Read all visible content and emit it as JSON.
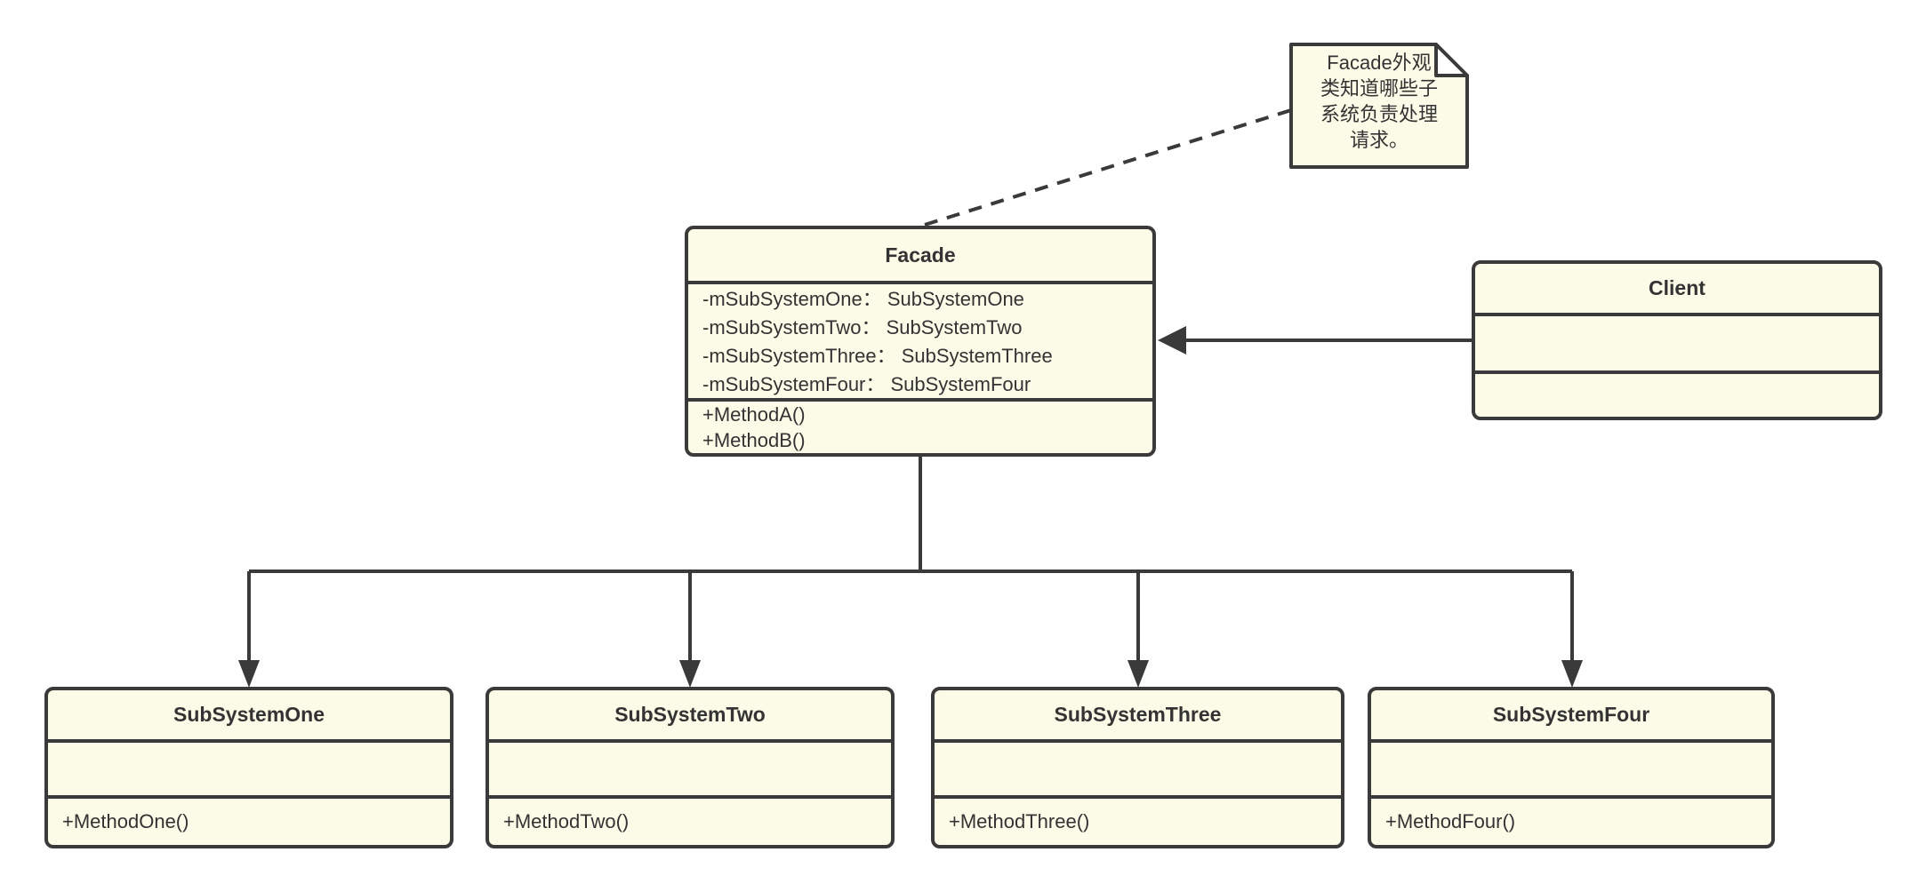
{
  "colors": {
    "background": "#FFFFFF",
    "shape_fill": "#FBFBE8",
    "stroke": "#3A3A3A",
    "text": "#333333"
  },
  "note": {
    "lines": [
      "Facade外观",
      "类知道哪些子",
      "系统负责处理",
      "请求。"
    ]
  },
  "classes": {
    "facade": {
      "name": "Facade",
      "attributes": [
        "-mSubSystemOne： SubSystemOne",
        "-mSubSystemTwo： SubSystemTwo",
        "-mSubSystemThree： SubSystemThree",
        "-mSubSystemFour： SubSystemFour"
      ],
      "methods": [
        "+MethodA()",
        "+MethodB()"
      ]
    },
    "client": {
      "name": "Client",
      "attributes": [],
      "methods": []
    },
    "subsystems": [
      {
        "name": "SubSystemOne",
        "methods": [
          "+MethodOne()"
        ]
      },
      {
        "name": "SubSystemTwo",
        "methods": [
          "+MethodTwo()"
        ]
      },
      {
        "name": "SubSystemThree",
        "methods": [
          "+MethodThree()"
        ]
      },
      {
        "name": "SubSystemFour",
        "methods": [
          "+MethodFour()"
        ]
      }
    ]
  },
  "edges": [
    {
      "from": "note",
      "to": "Facade",
      "style": "dashed"
    },
    {
      "from": "Client",
      "to": "Facade",
      "style": "solid-arrow"
    },
    {
      "from": "Facade",
      "to": "SubSystemOne",
      "style": "solid-arrow"
    },
    {
      "from": "Facade",
      "to": "SubSystemTwo",
      "style": "solid-arrow"
    },
    {
      "from": "Facade",
      "to": "SubSystemThree",
      "style": "solid-arrow"
    },
    {
      "from": "Facade",
      "to": "SubSystemFour",
      "style": "solid-arrow"
    }
  ]
}
